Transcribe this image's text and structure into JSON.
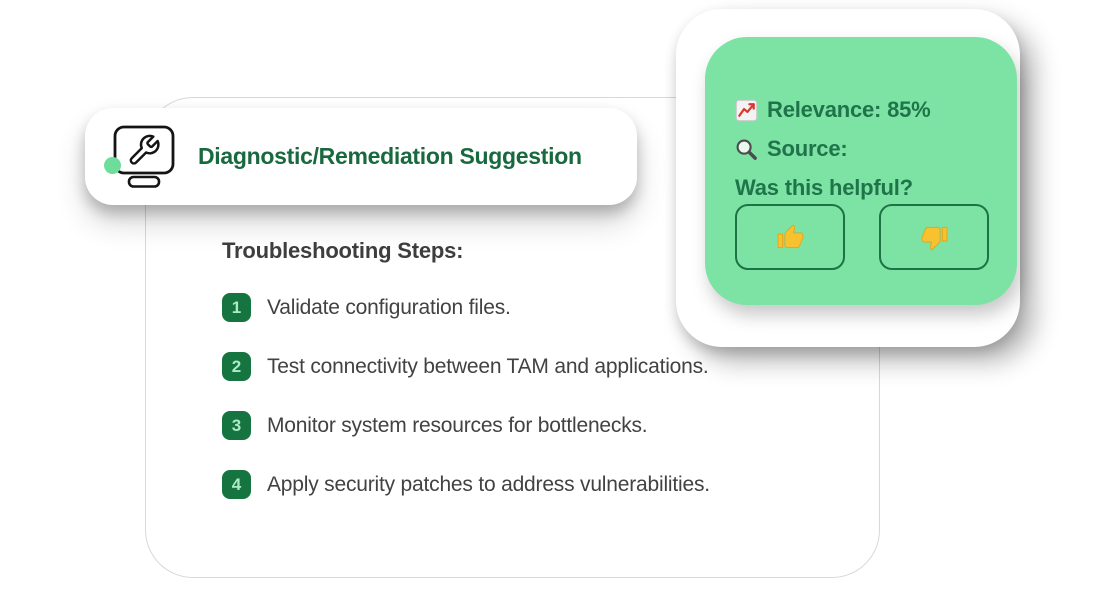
{
  "colors": {
    "accent_green_card": "#7ce3a5",
    "dark_green_text": "#19693e",
    "card_text_green": "#1f7449",
    "badge_green": "#157440",
    "badge_text_green": "#a9ecc6",
    "status_dot_green": "#6edd9c",
    "body_text_gray": "#424242",
    "outline_gray": "#d8d8d8",
    "thumb_yellow": "#f7c12f"
  },
  "header": {
    "title": "Diagnostic/Remediation Suggestion",
    "icon": "monitor-wrench-icon"
  },
  "steps": {
    "title": "Troubleshooting Steps:",
    "items": [
      {
        "num": "1",
        "text": "Validate configuration files."
      },
      {
        "num": "2",
        "text": "Test connectivity between TAM and applications."
      },
      {
        "num": "3",
        "text": "Monitor system resources for bottlenecks."
      },
      {
        "num": "4",
        "text": "Apply security patches to address vulnerabilities."
      }
    ]
  },
  "feedback_card": {
    "relevance_label": "Relevance: 85%",
    "source_label": "Source:",
    "question": "Was this helpful?",
    "thumbs_up": "thumbs-up-icon",
    "thumbs_down": "thumbs-down-icon"
  }
}
